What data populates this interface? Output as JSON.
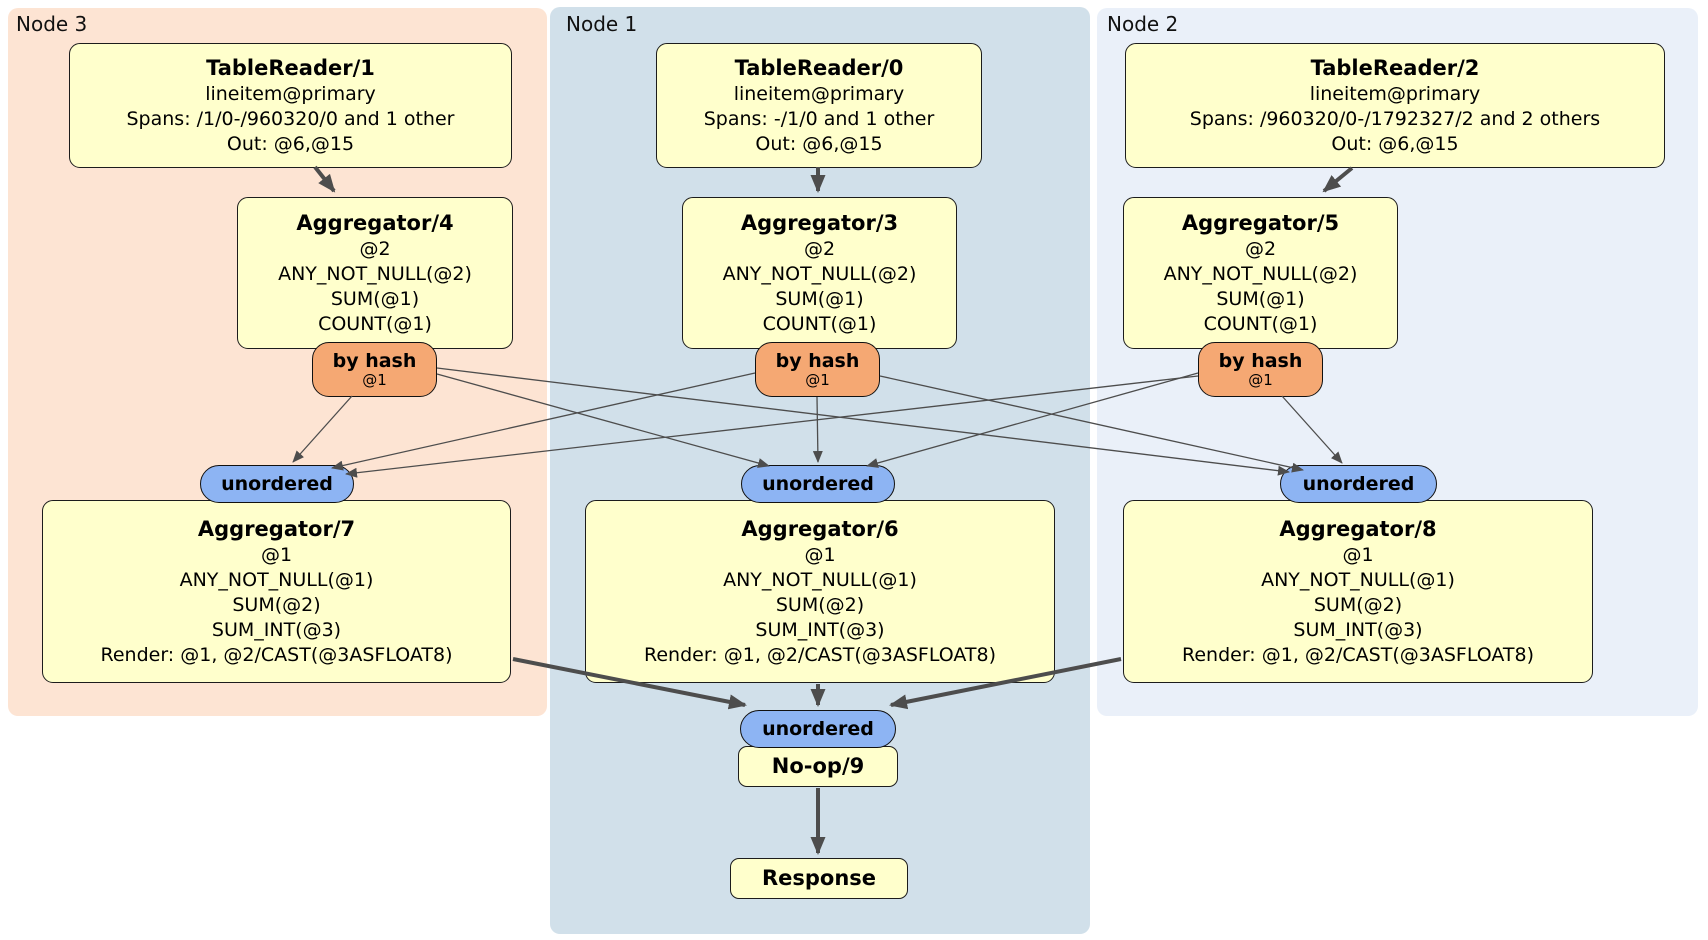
{
  "regions": {
    "node3": {
      "label": "Node 3"
    },
    "node1": {
      "label": "Node 1"
    },
    "node2": {
      "label": "Node 2"
    }
  },
  "processors": {
    "tablereader1": {
      "title": "TableReader/1",
      "index": "lineitem@primary",
      "spans": "Spans: /1/0-/960320/0 and 1 other",
      "out": "Out: @6,@15"
    },
    "tablereader0": {
      "title": "TableReader/0",
      "index": "lineitem@primary",
      "spans": "Spans: -/1/0 and 1 other",
      "out": "Out: @6,@15"
    },
    "tablereader2": {
      "title": "TableReader/2",
      "index": "lineitem@primary",
      "spans": "Spans: /960320/0-/1792327/2 and 2 others",
      "out": "Out: @6,@15"
    },
    "aggregator4": {
      "title": "Aggregator/4",
      "group": "@2",
      "agg1": "ANY_NOT_NULL(@2)",
      "agg2": "SUM(@1)",
      "agg3": "COUNT(@1)"
    },
    "aggregator3": {
      "title": "Aggregator/3",
      "group": "@2",
      "agg1": "ANY_NOT_NULL(@2)",
      "agg2": "SUM(@1)",
      "agg3": "COUNT(@1)"
    },
    "aggregator5": {
      "title": "Aggregator/5",
      "group": "@2",
      "agg1": "ANY_NOT_NULL(@2)",
      "agg2": "SUM(@1)",
      "agg3": "COUNT(@1)"
    },
    "aggregator7": {
      "title": "Aggregator/7",
      "group": "@1",
      "agg1": "ANY_NOT_NULL(@1)",
      "agg2": "SUM(@2)",
      "agg3": "SUM_INT(@3)",
      "render": "Render: @1, @2/CAST(@3ASFLOAT8)"
    },
    "aggregator6": {
      "title": "Aggregator/6",
      "group": "@1",
      "agg1": "ANY_NOT_NULL(@1)",
      "agg2": "SUM(@2)",
      "agg3": "SUM_INT(@3)",
      "render": "Render: @1, @2/CAST(@3ASFLOAT8)"
    },
    "aggregator8": {
      "title": "Aggregator/8",
      "group": "@1",
      "agg1": "ANY_NOT_NULL(@1)",
      "agg2": "SUM(@2)",
      "agg3": "SUM_INT(@3)",
      "render": "Render: @1, @2/CAST(@3ASFLOAT8)"
    },
    "noop9": {
      "title": "No-op/9"
    },
    "response": {
      "title": "Response"
    }
  },
  "routers": {
    "by_hash": {
      "label": "by hash",
      "key": "@1"
    }
  },
  "streams": {
    "unordered": {
      "label": "unordered"
    }
  },
  "colors": {
    "node3_bg": "#fde4d3",
    "node1_bg": "#d1e0ea",
    "node2_bg": "#eaf0f9",
    "processor_bg": "#ffffcc",
    "router_bg": "#f5a873",
    "stream_bg": "#8db4f3",
    "edge": "#4d4d4d"
  }
}
